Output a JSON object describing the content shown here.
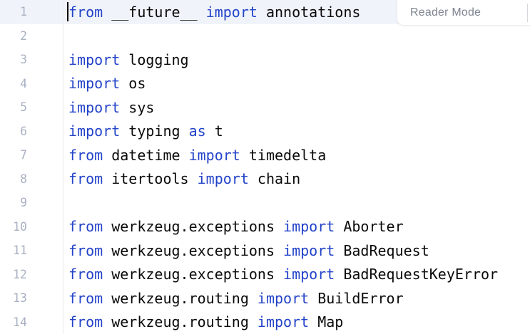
{
  "reader_mode": {
    "label": "Reader Mode"
  },
  "colors": {
    "background": "#FFFFFF",
    "active_line_background": "#F0F4FA",
    "keyword": "#2343C9",
    "code_text": "#0A0A0A",
    "line_number": "#A9B1C2",
    "gutter_divider": "#ECEDF1",
    "reader_mode_text": "#7E8591",
    "caret": "#000000"
  },
  "editor": {
    "language": "python",
    "active_line_number": 1,
    "lines": [
      {
        "number": "1",
        "tokens": [
          {
            "type": "keyword",
            "text": "from"
          },
          {
            "type": "plain",
            "text": " __future__ "
          },
          {
            "type": "keyword",
            "text": "import"
          },
          {
            "type": "plain",
            "text": " annotations"
          }
        ]
      },
      {
        "number": "2",
        "tokens": []
      },
      {
        "number": "3",
        "tokens": [
          {
            "type": "keyword",
            "text": "import"
          },
          {
            "type": "plain",
            "text": " logging"
          }
        ]
      },
      {
        "number": "4",
        "tokens": [
          {
            "type": "keyword",
            "text": "import"
          },
          {
            "type": "plain",
            "text": " os"
          }
        ]
      },
      {
        "number": "5",
        "tokens": [
          {
            "type": "keyword",
            "text": "import"
          },
          {
            "type": "plain",
            "text": " sys"
          }
        ]
      },
      {
        "number": "6",
        "tokens": [
          {
            "type": "keyword",
            "text": "import"
          },
          {
            "type": "plain",
            "text": " typing "
          },
          {
            "type": "keyword",
            "text": "as"
          },
          {
            "type": "plain",
            "text": " t"
          }
        ]
      },
      {
        "number": "7",
        "tokens": [
          {
            "type": "keyword",
            "text": "from"
          },
          {
            "type": "plain",
            "text": " datetime "
          },
          {
            "type": "keyword",
            "text": "import"
          },
          {
            "type": "plain",
            "text": " timedelta"
          }
        ]
      },
      {
        "number": "8",
        "tokens": [
          {
            "type": "keyword",
            "text": "from"
          },
          {
            "type": "plain",
            "text": " itertools "
          },
          {
            "type": "keyword",
            "text": "import"
          },
          {
            "type": "plain",
            "text": " chain"
          }
        ]
      },
      {
        "number": "9",
        "tokens": []
      },
      {
        "number": "10",
        "tokens": [
          {
            "type": "keyword",
            "text": "from"
          },
          {
            "type": "plain",
            "text": " werkzeug.exceptions "
          },
          {
            "type": "keyword",
            "text": "import"
          },
          {
            "type": "plain",
            "text": " Aborter"
          }
        ]
      },
      {
        "number": "11",
        "tokens": [
          {
            "type": "keyword",
            "text": "from"
          },
          {
            "type": "plain",
            "text": " werkzeug.exceptions "
          },
          {
            "type": "keyword",
            "text": "import"
          },
          {
            "type": "plain",
            "text": " BadRequest"
          }
        ]
      },
      {
        "number": "12",
        "tokens": [
          {
            "type": "keyword",
            "text": "from"
          },
          {
            "type": "plain",
            "text": " werkzeug.exceptions "
          },
          {
            "type": "keyword",
            "text": "import"
          },
          {
            "type": "plain",
            "text": " BadRequestKeyError"
          }
        ]
      },
      {
        "number": "13",
        "tokens": [
          {
            "type": "keyword",
            "text": "from"
          },
          {
            "type": "plain",
            "text": " werkzeug.routing "
          },
          {
            "type": "keyword",
            "text": "import"
          },
          {
            "type": "plain",
            "text": " BuildError"
          }
        ]
      },
      {
        "number": "14",
        "tokens": [
          {
            "type": "keyword",
            "text": "from"
          },
          {
            "type": "plain",
            "text": " werkzeug.routing "
          },
          {
            "type": "keyword",
            "text": "import"
          },
          {
            "type": "plain",
            "text": " Map"
          }
        ]
      }
    ]
  }
}
